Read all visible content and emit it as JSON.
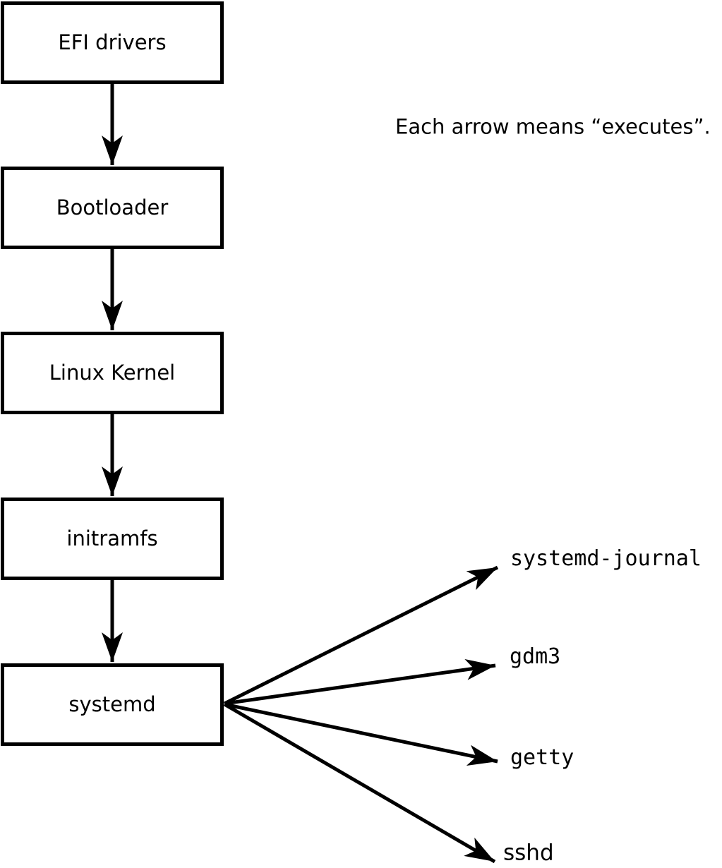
{
  "caption": "Each arrow means “executes”.",
  "chain": [
    {
      "label": "EFI drivers"
    },
    {
      "label": "Bootloader"
    },
    {
      "label": "Linux Kernel"
    },
    {
      "label": "initramfs"
    },
    {
      "label": "systemd"
    }
  ],
  "targets": [
    {
      "label": "systemd-journal"
    },
    {
      "label": "gdm3"
    },
    {
      "label": "getty"
    },
    {
      "label": "sshd"
    }
  ],
  "colors": {
    "line": "#000000",
    "background": "#ffffff",
    "text": "#000000"
  }
}
